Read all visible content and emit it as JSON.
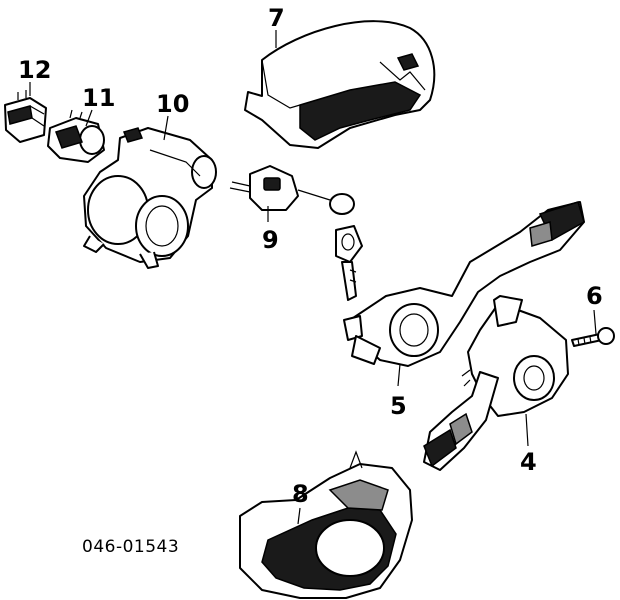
{
  "callouts": {
    "c4": "4",
    "c5": "5",
    "c6": "6",
    "c7": "7",
    "c8": "8",
    "c9": "9",
    "c10": "10",
    "c11": "11",
    "c12": "12"
  },
  "catalog_number": "046-01543",
  "colors": {
    "ink": "#000000",
    "shade": "#1a1a1a",
    "mid": "#8c8c8c",
    "paper": "#ffffff"
  }
}
